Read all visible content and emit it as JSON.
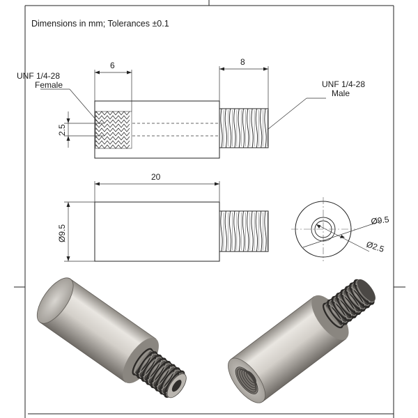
{
  "note": "Dimensions in mm; Tolerances ±0.1",
  "callouts": {
    "left_thread": "UNF 1/4-28",
    "left_type": "Female",
    "right_thread": "UNF 1/4-28",
    "right_type": "Male"
  },
  "dimensions": {
    "bore_depth": "6",
    "male_length": "8",
    "bore_dia": "2.5",
    "body_length": "20",
    "body_dia": "Ø9.5",
    "end_outer_dia": "Ø9.5",
    "end_bore_dia": "Ø2.5"
  },
  "colors": {
    "line": "#222222",
    "metal_light": "#e8e6e2",
    "metal_dark": "#6e6c68",
    "thread": "#4a4846"
  }
}
